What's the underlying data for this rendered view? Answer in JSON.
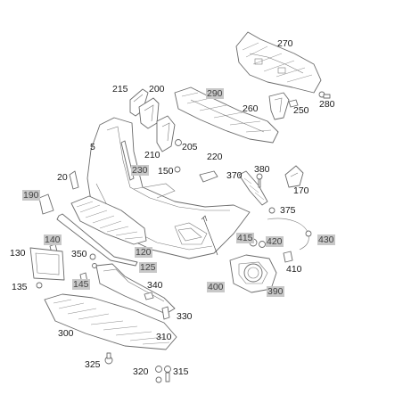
{
  "diagram": {
    "highlight_color": "#c8c8c8",
    "labels": [
      {
        "id": "270",
        "text": "270",
        "highlighted": false
      },
      {
        "id": "215",
        "text": "215",
        "highlighted": false
      },
      {
        "id": "200",
        "text": "200",
        "highlighted": false
      },
      {
        "id": "290",
        "text": "290",
        "highlighted": true
      },
      {
        "id": "260",
        "text": "260",
        "highlighted": false
      },
      {
        "id": "250",
        "text": "250",
        "highlighted": false
      },
      {
        "id": "280",
        "text": "280",
        "highlighted": false
      },
      {
        "id": "5",
        "text": "5",
        "highlighted": false
      },
      {
        "id": "205",
        "text": "205",
        "highlighted": false
      },
      {
        "id": "210",
        "text": "210",
        "highlighted": false
      },
      {
        "id": "230",
        "text": "230",
        "highlighted": true
      },
      {
        "id": "220",
        "text": "220",
        "highlighted": false
      },
      {
        "id": "150",
        "text": "150",
        "highlighted": false
      },
      {
        "id": "380",
        "text": "380",
        "highlighted": false
      },
      {
        "id": "370",
        "text": "370",
        "highlighted": false
      },
      {
        "id": "20",
        "text": "20",
        "highlighted": false
      },
      {
        "id": "170",
        "text": "170",
        "highlighted": false
      },
      {
        "id": "190",
        "text": "190",
        "highlighted": true
      },
      {
        "id": "375",
        "text": "375",
        "highlighted": false
      },
      {
        "id": "430",
        "text": "430",
        "highlighted": true
      },
      {
        "id": "140",
        "text": "140",
        "highlighted": true
      },
      {
        "id": "415",
        "text": "415",
        "highlighted": true
      },
      {
        "id": "420",
        "text": "420",
        "highlighted": true
      },
      {
        "id": "130",
        "text": "130",
        "highlighted": false
      },
      {
        "id": "350",
        "text": "350",
        "highlighted": false
      },
      {
        "id": "120",
        "text": "120",
        "highlighted": true
      },
      {
        "id": "410",
        "text": "410",
        "highlighted": false
      },
      {
        "id": "125",
        "text": "125",
        "highlighted": true
      },
      {
        "id": "145",
        "text": "145",
        "highlighted": true
      },
      {
        "id": "135",
        "text": "135",
        "highlighted": false
      },
      {
        "id": "400",
        "text": "400",
        "highlighted": true
      },
      {
        "id": "390",
        "text": "390",
        "highlighted": true
      },
      {
        "id": "340",
        "text": "340",
        "highlighted": false
      },
      {
        "id": "330",
        "text": "330",
        "highlighted": false
      },
      {
        "id": "300",
        "text": "300",
        "highlighted": false
      },
      {
        "id": "310",
        "text": "310",
        "highlighted": false
      },
      {
        "id": "325",
        "text": "325",
        "highlighted": false
      },
      {
        "id": "320",
        "text": "320",
        "highlighted": false
      },
      {
        "id": "315",
        "text": "315",
        "highlighted": false
      }
    ]
  }
}
